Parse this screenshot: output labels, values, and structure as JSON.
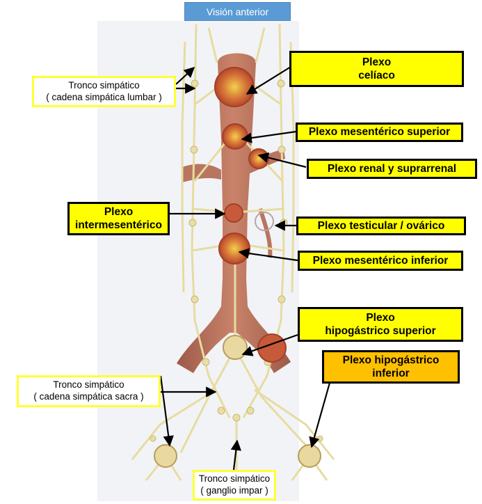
{
  "view_title": "Visión anterior",
  "colors": {
    "label_yellow": "#ffff00",
    "label_orange": "#ffc000",
    "view_header": "#5b9bd5",
    "aorta": "#b5705a",
    "nerve": "#e6dca0",
    "plexus_ring": "#d9a400"
  },
  "labels": {
    "celiaco": [
      "Plexo",
      "celíaco"
    ],
    "mesenterico_superior": [
      "Plexo mesentérico superior"
    ],
    "renal": [
      "Plexo renal y suprarrenal"
    ],
    "intermesenterico": [
      "Plexo",
      "intermesentérico"
    ],
    "testicular": [
      "Plexo testicular / ovárico"
    ],
    "mesenterico_inferior": [
      "Plexo mesentérico inferior"
    ],
    "hipogastrico_superior": [
      "Plexo",
      "hipogástrico superior"
    ],
    "hipogastrico_inferior": [
      "Plexo hipogástrico",
      "inferior"
    ],
    "tronco_lumbar": [
      "Tronco simpático",
      "( cadena simpática lumbar )"
    ],
    "tronco_sacra": [
      "Tronco simpático",
      "( cadena simpática  sacra )"
    ],
    "tronco_impar": [
      "Tronco simpático",
      "( ganglio impar )"
    ]
  }
}
